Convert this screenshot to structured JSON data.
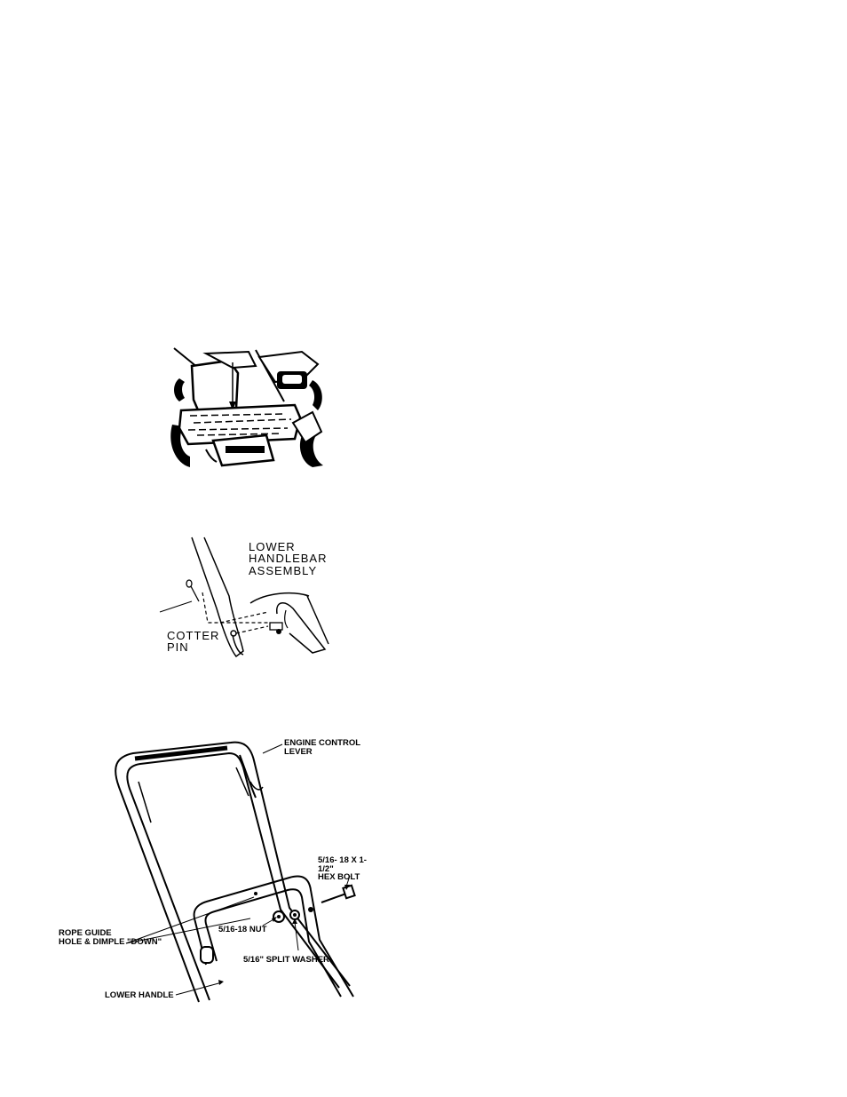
{
  "figure_1": {
    "caption": ""
  },
  "figure_2": {
    "labels": {
      "lower_handlebar_assembly": "LOWER\nHANDLEBAR\nASSEMBLY",
      "cotter_pin": "COTTER\nPIN"
    }
  },
  "figure_3": {
    "labels": {
      "engine_control_lever": "ENGINE CONTROL\nLEVER",
      "hex_bolt": "5/16- 18 X 1- 1/2\"\nHEX BOLT",
      "nut": "5/16-18 NUT",
      "rope_guide": "ROPE GUIDE\nHOLE & DIMPLE \"DOWN\"",
      "split_washer": "5/16\" SPLIT WASHER",
      "lower_handle": "LOWER HANDLE"
    }
  }
}
